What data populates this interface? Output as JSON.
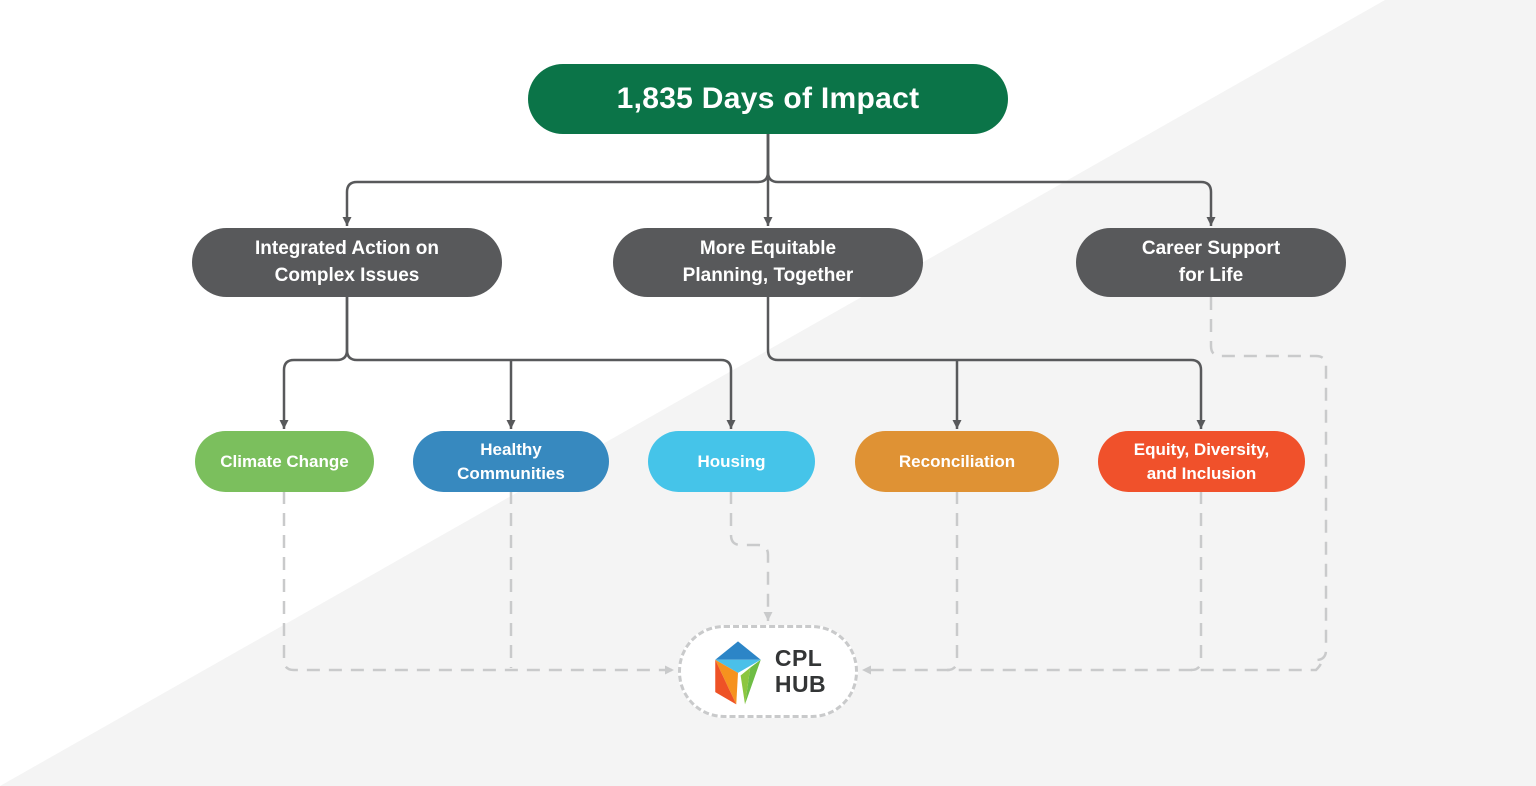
{
  "diagram": {
    "root": {
      "label": "1,835 Days of Impact",
      "color": "#0B7448"
    },
    "level2": [
      {
        "line1": "Integrated Action on",
        "line2": "Complex Issues",
        "color": "#58595B"
      },
      {
        "line1": "More Equitable",
        "line2": "Planning, Together",
        "color": "#58595B"
      },
      {
        "line1": "Career Support",
        "line2": "for Life",
        "color": "#58595B"
      }
    ],
    "level3": [
      {
        "line1": "Climate Change",
        "line2": "",
        "color": "#7BBF5D"
      },
      {
        "line1": "Healthy",
        "line2": "Communities",
        "color": "#3789BF"
      },
      {
        "line1": "Housing",
        "line2": "",
        "color": "#45C4E9"
      },
      {
        "line1": "Reconciliation",
        "line2": "",
        "color": "#DF9234"
      },
      {
        "line1": "Equity, Diversity,",
        "line2": "and Inclusion",
        "color": "#F0512B"
      }
    ],
    "hub": {
      "line1": "CPL",
      "line2": "HUB"
    },
    "colors": {
      "connector_solid": "#58595B",
      "connector_dashed": "#C9CACB",
      "background_triangle": "#F4F4F4",
      "hub_text": "#333536",
      "cube_blue_dark": "#2C85C7",
      "cube_blue_light": "#4AC0E9",
      "cube_orange_light": "#F6921E",
      "cube_orange_deep": "#EE5226",
      "cube_green_light": "#8CC63F",
      "cube_green_dark": "#6EBD45"
    }
  }
}
